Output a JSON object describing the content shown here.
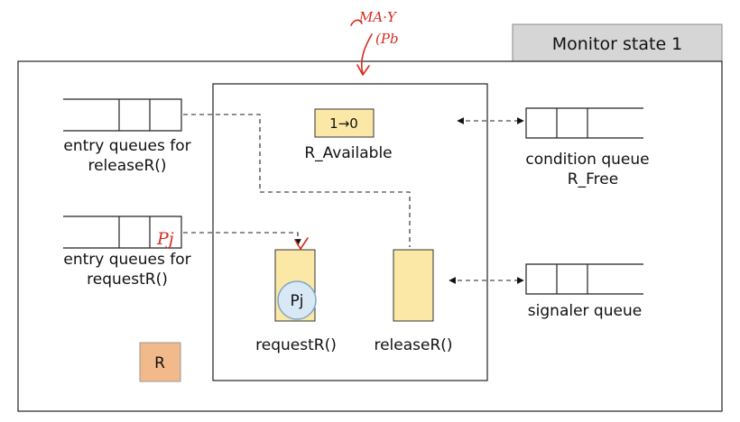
{
  "state_tab": {
    "label": "Monitor state 1"
  },
  "monitor": {
    "resource_variable": {
      "value": "1→0",
      "label": "R_Available"
    },
    "procedures": [
      {
        "label": "requestR()"
      },
      {
        "label": "releaseR()"
      }
    ],
    "process_in_procedure": "Pj"
  },
  "queues": {
    "entry_release": {
      "label_line1": "entry queues for",
      "label_line2": "releaseR()"
    },
    "entry_request": {
      "label_line1": "entry queues for",
      "label_line2": "requestR()",
      "marker": "Pj"
    },
    "condition": {
      "label_line1": "condition queue",
      "label_line2": "R_Free"
    },
    "signaler": {
      "label": "signaler queue"
    }
  },
  "resource": {
    "label": "R"
  },
  "annotations": {
    "handwritten_note_line1": "MA·Y",
    "handwritten_note_line2": "(Pb"
  },
  "colors": {
    "variable_fill": "#fbe8a6",
    "resource_fill": "#f2b98a",
    "process_fill": "#d9e8f5",
    "process_stroke": "#7fa6c9",
    "tab_fill": "#d6d6d6",
    "ink": "#d62a1e"
  }
}
